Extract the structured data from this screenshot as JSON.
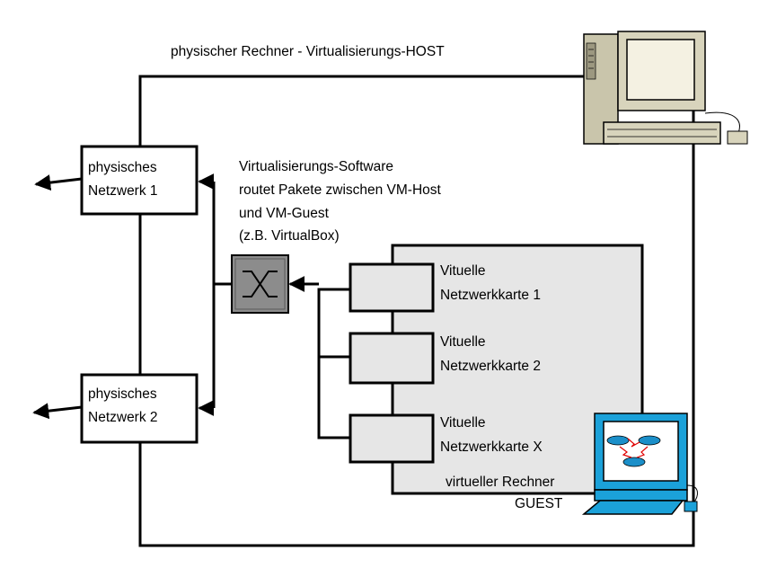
{
  "host": {
    "title": "physischer Rechner - Virtualisierungs-HOST",
    "icon": "desktop-computer-icon"
  },
  "networks": [
    {
      "line1": "physisches",
      "line2": "Netzwerk 1"
    },
    {
      "line1": "physisches",
      "line2": "Netzwerk 2"
    }
  ],
  "software": {
    "lines": [
      "Virtualisierungs-Software",
      "routet Pakete zwischen VM-Host",
      "und VM-Guest",
      "(z.B. VirtualBox)"
    ],
    "icon": "switch-icon"
  },
  "nics": [
    {
      "line1": "Vituelle",
      "line2": "Netzwerkkarte 1"
    },
    {
      "line1": "Vituelle",
      "line2": "Netzwerkkarte 2"
    },
    {
      "line1": "Vituelle",
      "line2": "Netzwerkkarte X"
    }
  ],
  "guest": {
    "line1": "virtueller Rechner",
    "line2": "GUEST",
    "icon": "network-workstation-icon"
  },
  "colors": {
    "guest_fill": "#e6e6e6",
    "switch_fill": "#8c8c8c",
    "host_computer": "#d8d4bc",
    "guest_computer": "#1ba1d9"
  }
}
